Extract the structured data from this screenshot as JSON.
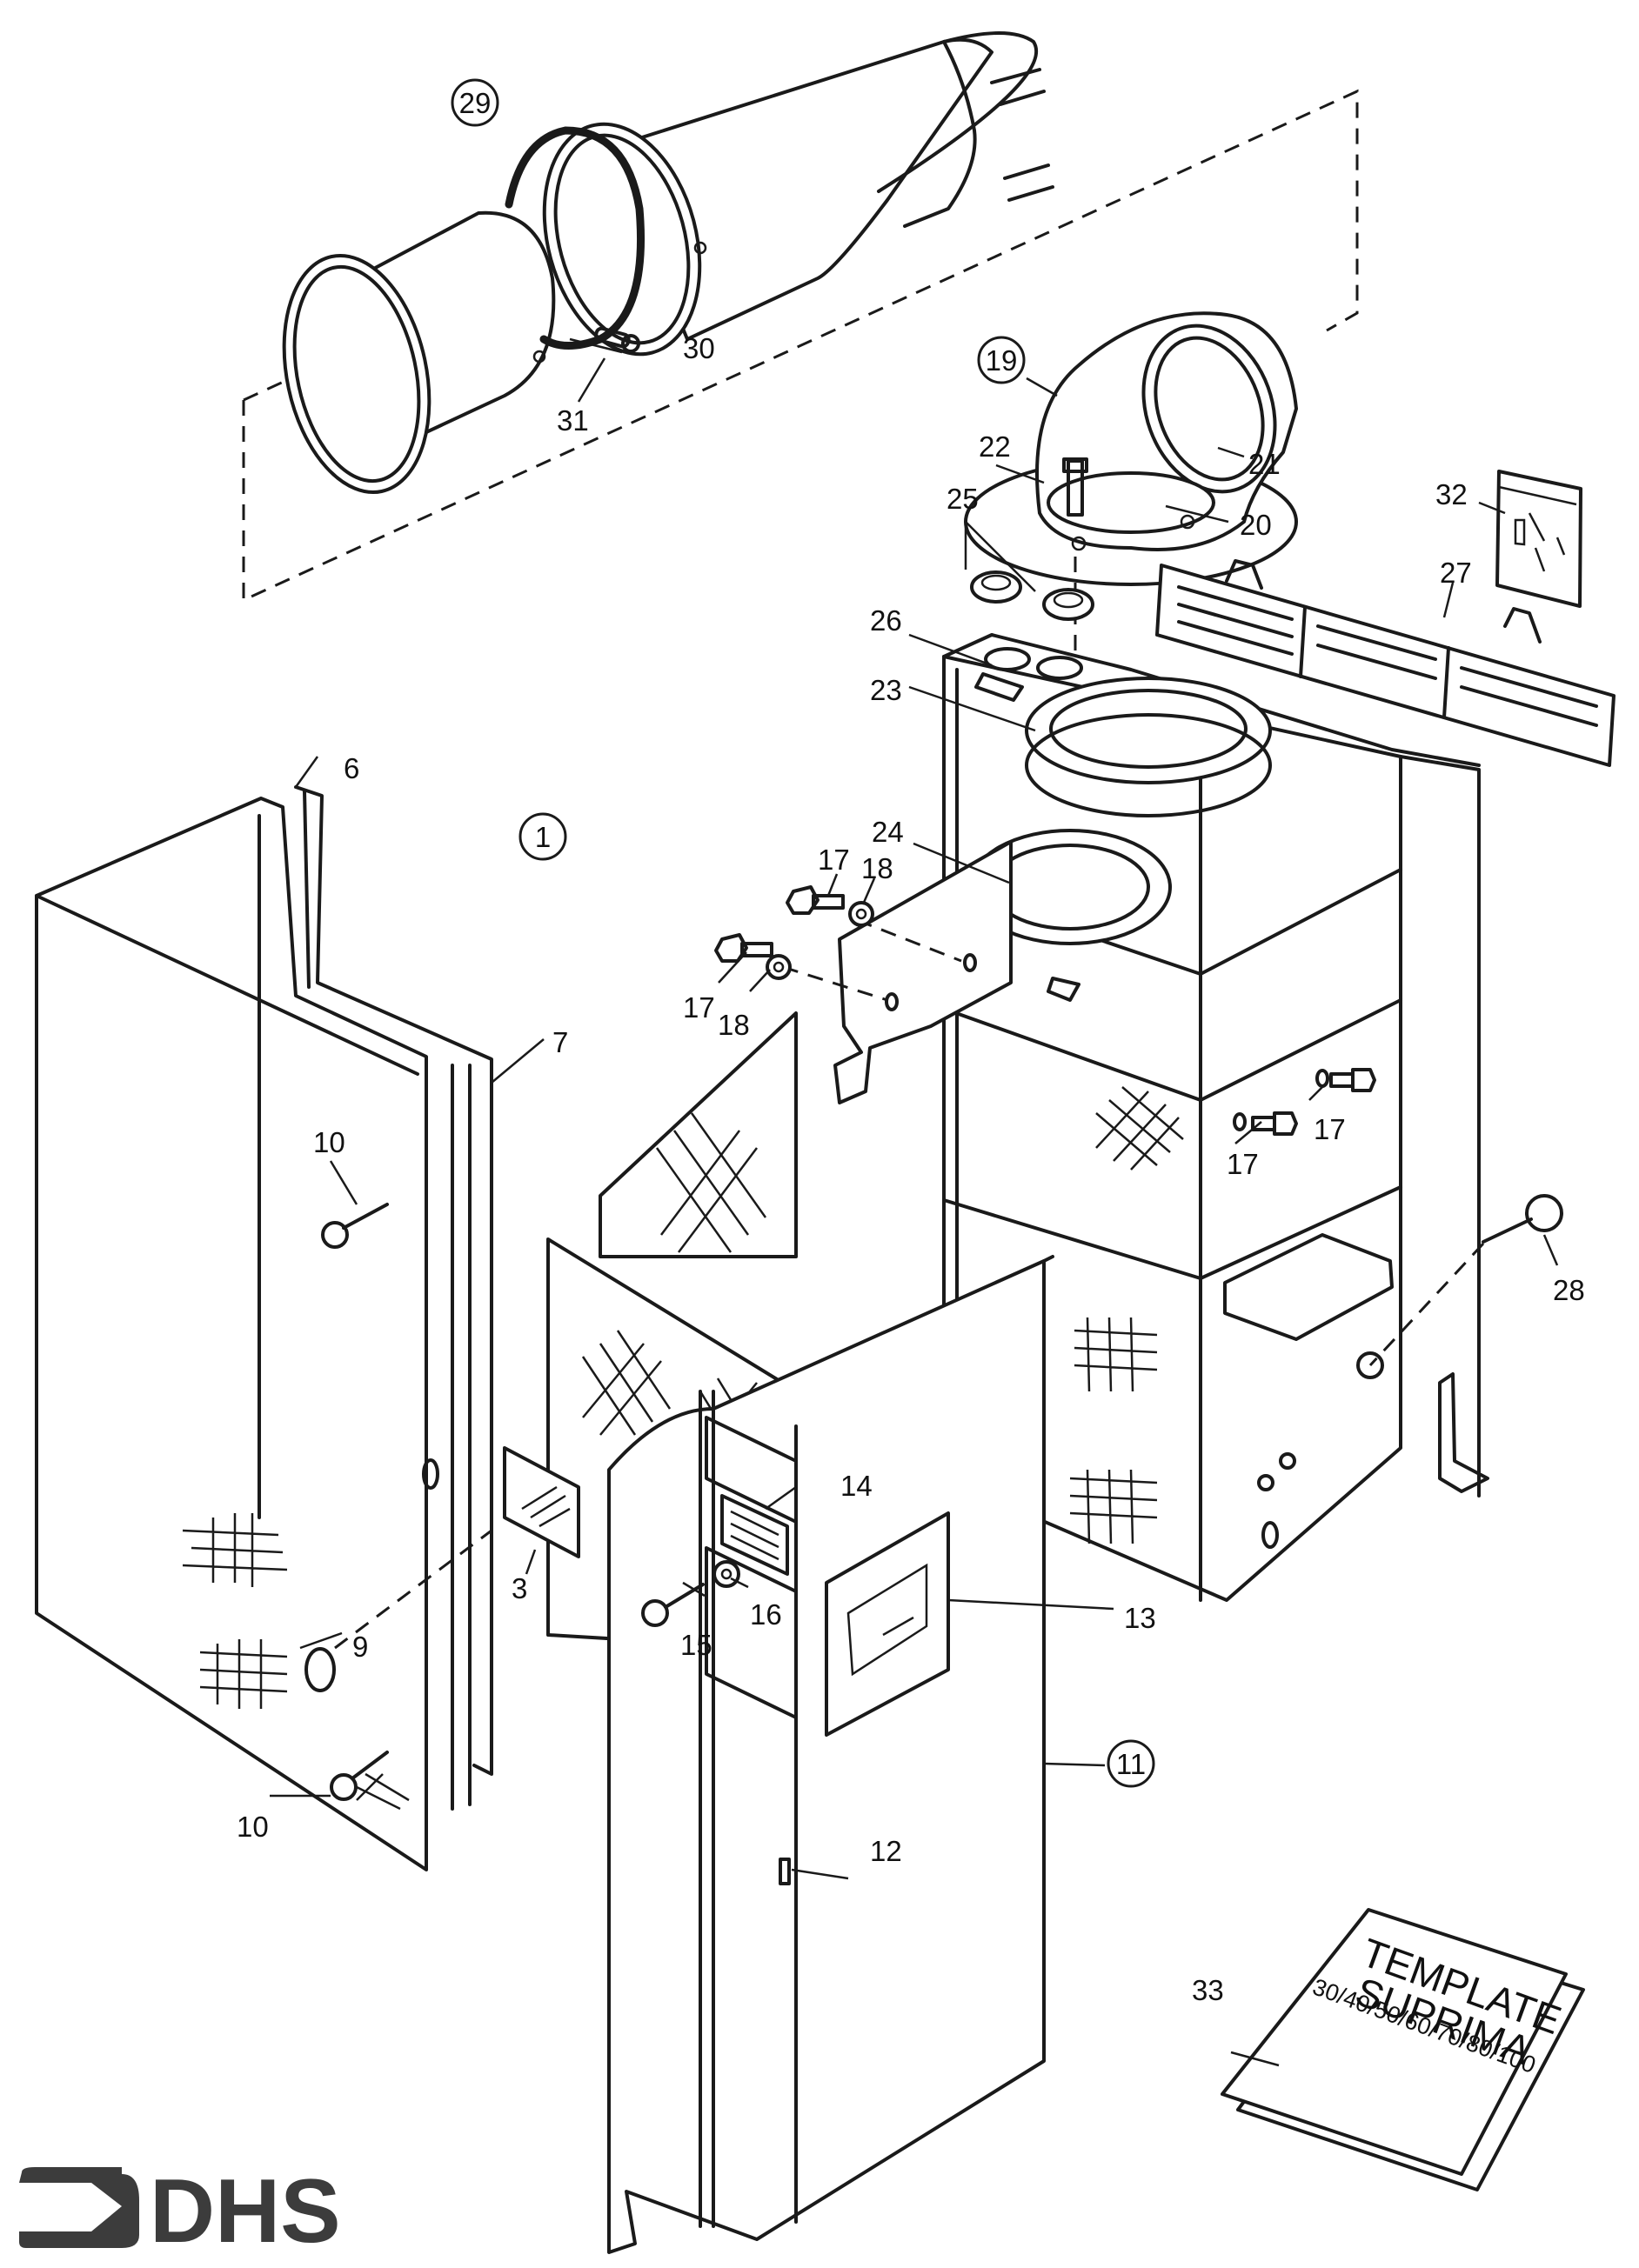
{
  "document": {
    "type": "exploded parts diagram",
    "brand_logo_text": "DHS",
    "template_booklet": {
      "line1": "TEMPLATE",
      "line2": "SUPRIMA",
      "line3": "30/40/50/60/70/80/100"
    }
  },
  "callouts": {
    "c1": "1",
    "c3": "3",
    "c6": "6",
    "c7": "7",
    "c9": "9",
    "c10a": "10",
    "c10b": "10",
    "c11": "11",
    "c12": "12",
    "c13": "13",
    "c14": "14",
    "c15": "15",
    "c16": "16",
    "c17a": "17",
    "c17b": "17",
    "c17c": "17",
    "c17d": "17",
    "c18a": "18",
    "c18b": "18",
    "c19": "19",
    "c20": "20",
    "c21": "21",
    "c22": "22",
    "c23": "23",
    "c24": "24",
    "c25": "25",
    "c26": "26",
    "c27": "27",
    "c28": "28",
    "c29": "29",
    "c30": "30",
    "c31": "31",
    "c32": "32",
    "c33": "33"
  },
  "circled_assemblies": [
    "1",
    "11",
    "19",
    "29"
  ],
  "icons": {
    "logo": "arrow-bracket-logo"
  }
}
